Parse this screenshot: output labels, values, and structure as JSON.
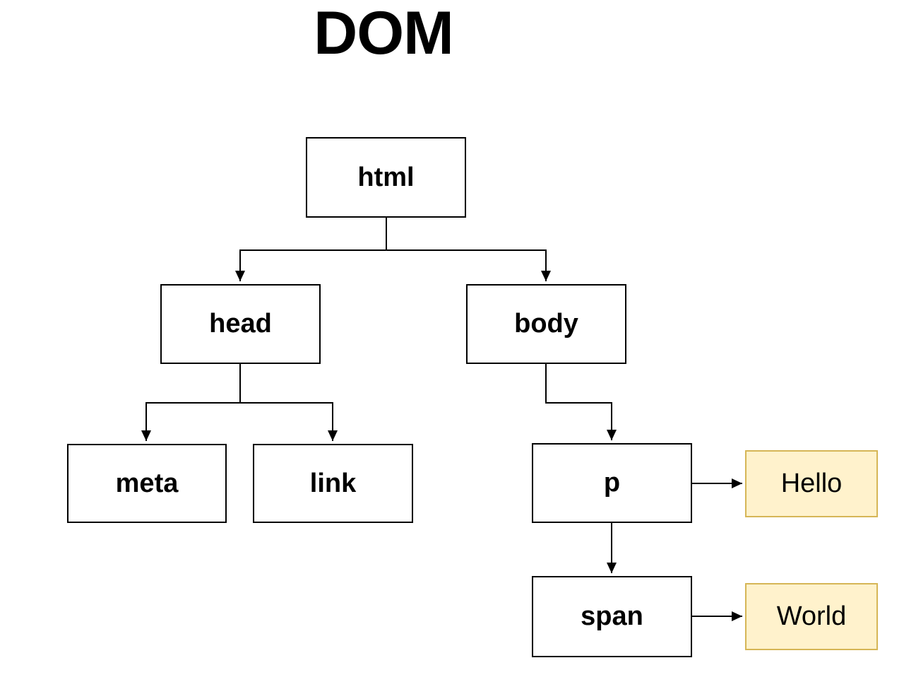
{
  "title": "DOM",
  "diagram": {
    "type": "tree",
    "nodes": [
      {
        "id": "html",
        "label": "html",
        "kind": "element"
      },
      {
        "id": "head",
        "label": "head",
        "kind": "element"
      },
      {
        "id": "body",
        "label": "body",
        "kind": "element"
      },
      {
        "id": "meta",
        "label": "meta",
        "kind": "element"
      },
      {
        "id": "link",
        "label": "link",
        "kind": "element"
      },
      {
        "id": "p",
        "label": "p",
        "kind": "element"
      },
      {
        "id": "span",
        "label": "span",
        "kind": "element"
      },
      {
        "id": "hello",
        "label": "Hello",
        "kind": "text-node"
      },
      {
        "id": "world",
        "label": "World",
        "kind": "text-node"
      }
    ],
    "edges": [
      {
        "from": "html",
        "to": "head"
      },
      {
        "from": "html",
        "to": "body"
      },
      {
        "from": "head",
        "to": "meta"
      },
      {
        "from": "head",
        "to": "link"
      },
      {
        "from": "body",
        "to": "p"
      },
      {
        "from": "p",
        "to": "Hello"
      },
      {
        "from": "p",
        "to": "span"
      },
      {
        "from": "span",
        "to": "World"
      }
    ],
    "colors": {
      "background": "#ffffff",
      "element_fill": "#ffffff",
      "element_border": "#000000",
      "text_node_fill": "#fff2cc",
      "text_node_border": "#d6b656",
      "connector": "#000000",
      "label": "#000000"
    }
  }
}
